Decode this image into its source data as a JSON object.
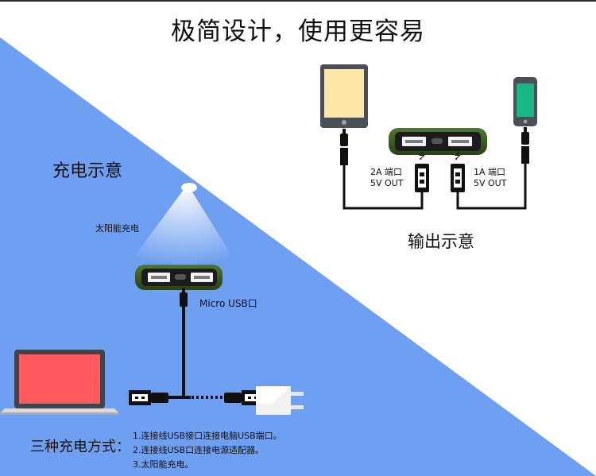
{
  "header": {
    "title": "极简设计，使用更容易"
  },
  "charging_section": {
    "title": "充电示意",
    "solar_label": "太阳能充电",
    "micro_usb_label": "Micro USB口"
  },
  "output_section": {
    "title": "输出示意",
    "port_2a": {
      "line1": "2A 端口",
      "line2": "5V OUT"
    },
    "port_1a": {
      "line1": "1A 端口",
      "line2": "5V OUT"
    }
  },
  "methods": {
    "title": "三种充电方式：",
    "items": [
      "1.连接线USB接口连接电脑USB端口。",
      "2.连接线USB口连接电源适配器。",
      "3.太阳能充电。"
    ]
  },
  "colors": {
    "background_blue": "#6f9ff0",
    "laptop_screen": "#ff5a5e",
    "tablet_screen": "#fde7a6",
    "phone_screen": "#19b784",
    "device_frame": "#4b5058",
    "power_bank_green": "#3b5a23"
  }
}
